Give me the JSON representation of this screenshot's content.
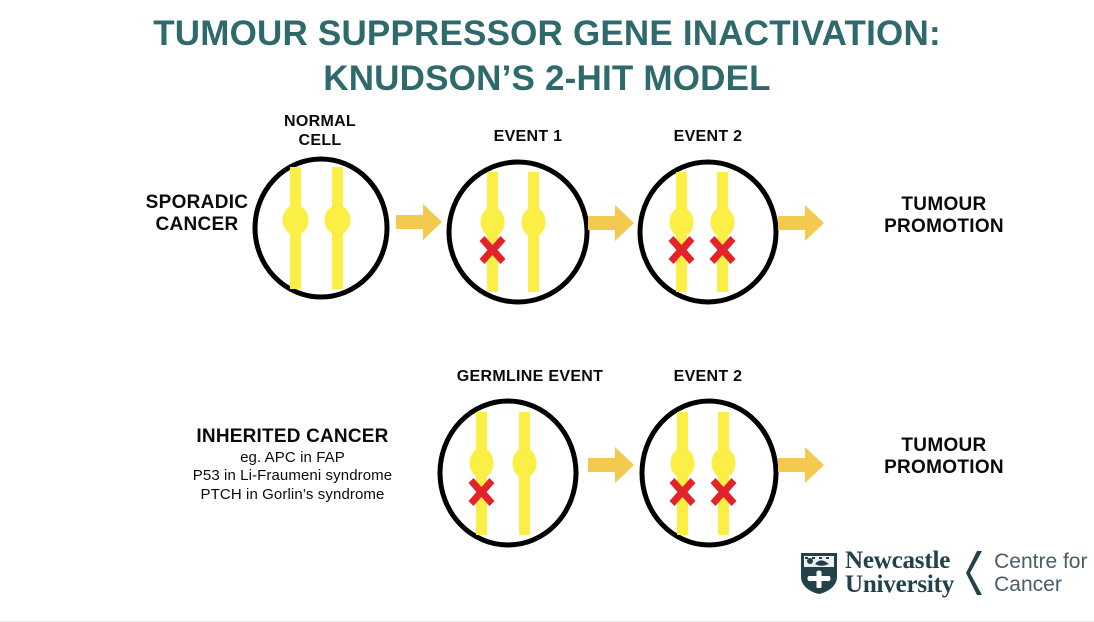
{
  "slide": {
    "title_line1": "TUMOUR SUPPRESSOR GENE INACTIVATION:",
    "title_line2": "KNUDSON’S 2-HIT MODEL",
    "title_color": "#2e6a6b",
    "background": "#ffffff"
  },
  "colors": {
    "title_teal": "#2e6a6b",
    "chromosome_yellow": "#fbee44",
    "arrow_gold": "#f3c94f",
    "mutation_red": "#e4222a",
    "cell_outline": "#000000",
    "text_black": "#0b0b0b",
    "logo_dark": "#22414b",
    "logo_sub_gray": "#4a5d66"
  },
  "row_sporadic": {
    "row_label_line1": "SPORADIC",
    "row_label_line2": "CANCER",
    "cells": [
      {
        "label_line1": "NORMAL",
        "label_line2": "CELL",
        "mutations": 0
      },
      {
        "label_line1": "EVENT 1",
        "label_line2": "",
        "mutations": 1
      },
      {
        "label_line1": "EVENT 2",
        "label_line2": "",
        "mutations": 2
      }
    ],
    "outcome_line1": "TUMOUR",
    "outcome_line2": "PROMOTION",
    "arrow_count": 3
  },
  "row_inherited": {
    "row_label_head": "INHERITED CANCER",
    "row_label_sub1": "eg. APC in FAP",
    "row_label_sub2": "P53 in Li-Fraumeni syndrome",
    "row_label_sub3": "PTCH in Gorlin’s syndrome",
    "cells": [
      {
        "label_line1": "GERMLINE EVENT",
        "label_line2": "",
        "mutations": 1
      },
      {
        "label_line1": "EVENT 2",
        "label_line2": "",
        "mutations": 2
      }
    ],
    "outcome_line1": "TUMOUR",
    "outcome_line2": "PROMOTION",
    "arrow_count": 2
  },
  "logo": {
    "wordmark_line1": "Newcastle",
    "wordmark_line2": "University",
    "sub_line1": "Centre for",
    "sub_line2": "Cancer",
    "crest_name": "newcastle-university-shield-crest"
  }
}
